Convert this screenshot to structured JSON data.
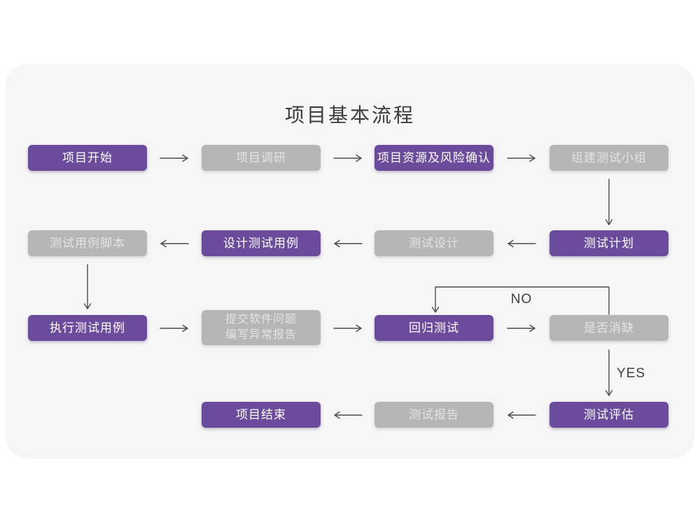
{
  "page": {
    "title": "项目基本流程"
  },
  "flowchart": {
    "colors": {
      "node_purple": "#6b4c9c",
      "node_gray": "#b6b6b6",
      "gray_text": "#e4e4e4",
      "card_background": "#f6f6f6",
      "arrow": "#4c4c4c",
      "title_text": "#3b3b3b"
    },
    "nodes": [
      {
        "id": "project-start",
        "label": "项目开始",
        "style": "purple"
      },
      {
        "id": "project-research",
        "label": "项目调研",
        "style": "gray"
      },
      {
        "id": "project-resource-risk",
        "label": "项目资源及风险确认",
        "style": "purple"
      },
      {
        "id": "build-test-team",
        "label": "组建测试小组",
        "style": "gray"
      },
      {
        "id": "test-case-script",
        "label": "测试用例脚本",
        "style": "gray"
      },
      {
        "id": "design-test-case",
        "label": "设计测试用例",
        "style": "purple"
      },
      {
        "id": "test-design",
        "label": "测试设计",
        "style": "gray"
      },
      {
        "id": "test-plan",
        "label": "测试计划",
        "style": "purple"
      },
      {
        "id": "execute-test-case",
        "label": "执行测试用例",
        "style": "purple"
      },
      {
        "id": "submit-issue-report",
        "label": "提交软件问题\n编写异常报告",
        "style": "gray"
      },
      {
        "id": "regression-test",
        "label": "回归测试",
        "style": "purple"
      },
      {
        "id": "defect-cleared",
        "label": "是否消缺",
        "style": "gray"
      },
      {
        "id": "project-end",
        "label": "项目结束",
        "style": "purple"
      },
      {
        "id": "test-report",
        "label": "测试报告",
        "style": "gray"
      },
      {
        "id": "test-evaluation",
        "label": "测试评估",
        "style": "purple"
      }
    ],
    "edge_labels": {
      "no": "NO",
      "yes": "YES"
    }
  }
}
